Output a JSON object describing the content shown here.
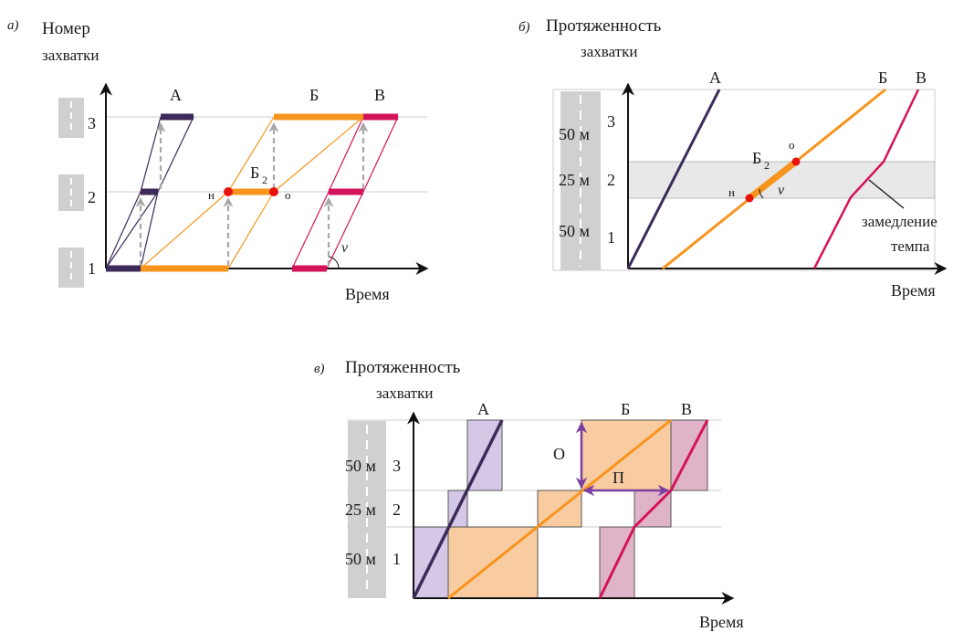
{
  "panels": {
    "a": {
      "letter": "а)",
      "ylabel_line1": "Номер",
      "ylabel_line2": "захватки",
      "xlabel": "Время",
      "levels": [
        "1",
        "2",
        "3"
      ],
      "flows": [
        "А",
        "Б",
        "В"
      ],
      "sub_main": "Б",
      "sub_index": "2",
      "start_mark": "н",
      "end_mark": "о",
      "speed": "v"
    },
    "b": {
      "letter": "б)",
      "ylabel_line1": "Протяженность",
      "ylabel_line2": "захватки",
      "xlabel": "Время",
      "levels": [
        "1",
        "2",
        "3"
      ],
      "lengths": [
        "50 м",
        "25 м",
        "50 м"
      ],
      "flows": [
        "А",
        "Б",
        "В"
      ],
      "sub_main": "Б",
      "sub_index": "2",
      "start_mark": "н",
      "end_mark": "о",
      "speed": "v",
      "note_line1": "замедление",
      "note_line2": "темпа"
    },
    "c": {
      "letter": "в)",
      "ylabel_line1": "Протяженность",
      "ylabel_line2": "захватки",
      "xlabel": "Время",
      "levels": [
        "1",
        "2",
        "3"
      ],
      "lengths": [
        "50 м",
        "25 м",
        "50 м"
      ],
      "flows": [
        "А",
        "Б",
        "В"
      ],
      "o_label": "О",
      "p_label": "П"
    }
  },
  "colors": {
    "flow_a": "#3b2a5a",
    "flow_b": "#f7941d",
    "flow_c": "#d4145a",
    "fill_a": "#d4c8e6",
    "fill_b": "#f8cba0",
    "fill_c": "#e0b4c8",
    "point": "#e8140c",
    "arrow_gray": "#a8a8a8",
    "guide": "#cccccc",
    "road": "#d0d0d0",
    "band": "#e8e8e8",
    "interval": "#7b3fa0"
  }
}
